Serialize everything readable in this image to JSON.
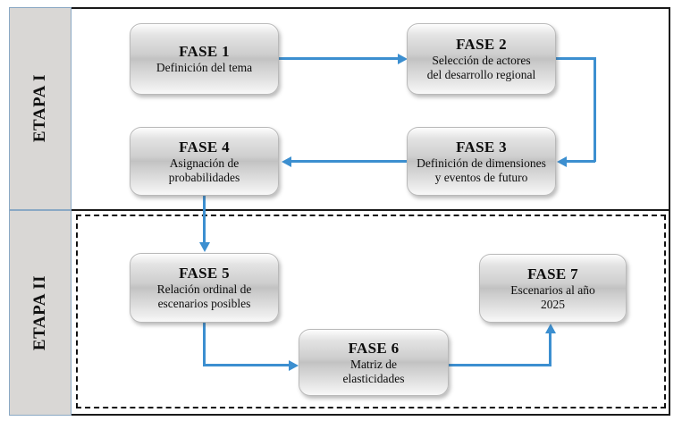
{
  "diagram": {
    "stages": [
      {
        "id": "etapa-1",
        "label": "ETAPA I"
      },
      {
        "id": "etapa-2",
        "label": "ETAPA II"
      }
    ],
    "phases": [
      {
        "id": "fase-1",
        "title": "FASE 1",
        "desc": "Definición del tema"
      },
      {
        "id": "fase-2",
        "title": "FASE 2",
        "desc": "Selección de actores del desarrollo regional"
      },
      {
        "id": "fase-3",
        "title": "FASE 3",
        "desc": "Definición de dimensiones y eventos de futuro"
      },
      {
        "id": "fase-4",
        "title": "FASE 4",
        "desc": "Asignación de probabilidades"
      },
      {
        "id": "fase-5",
        "title": "FASE 5",
        "desc": "Relación ordinal de escenarios posibles"
      },
      {
        "id": "fase-6",
        "title": "FASE 6",
        "desc": "Matriz de elasticidades"
      },
      {
        "id": "fase-7",
        "title": "FASE 7",
        "desc": "Escenarios al año 2025"
      }
    ],
    "phase_lines": {
      "fase_1_l1": "Definición del tema",
      "fase_2_l1": "Selección de actores",
      "fase_2_l2": "del desarrollo regional",
      "fase_3_l1": "Definición de dimensiones",
      "fase_3_l2": "y eventos de futuro",
      "fase_4_l1": "Asignación de",
      "fase_4_l2": "probabilidades",
      "fase_5_l1": "Relación ordinal de",
      "fase_5_l2": "escenarios posibles",
      "fase_6_l1": "Matriz de",
      "fase_6_l2": "elasticidades",
      "fase_7_l1": "Escenarios al año",
      "fase_7_l2": "2025"
    },
    "flow": [
      {
        "from": "FASE 1",
        "to": "FASE 2"
      },
      {
        "from": "FASE 2",
        "to": "FASE 3"
      },
      {
        "from": "FASE 3",
        "to": "FASE 4"
      },
      {
        "from": "FASE 4",
        "to": "FASE 5"
      },
      {
        "from": "FASE 5",
        "to": "FASE 6"
      },
      {
        "from": "FASE 6",
        "to": "FASE 7"
      }
    ],
    "colors": {
      "connector": "#3c8fd0",
      "stage_fill": "#d9d7d5",
      "stage_border": "#8aa8c4",
      "frame": "#1a1a1a",
      "box_mid": "#c2c2c2"
    }
  }
}
